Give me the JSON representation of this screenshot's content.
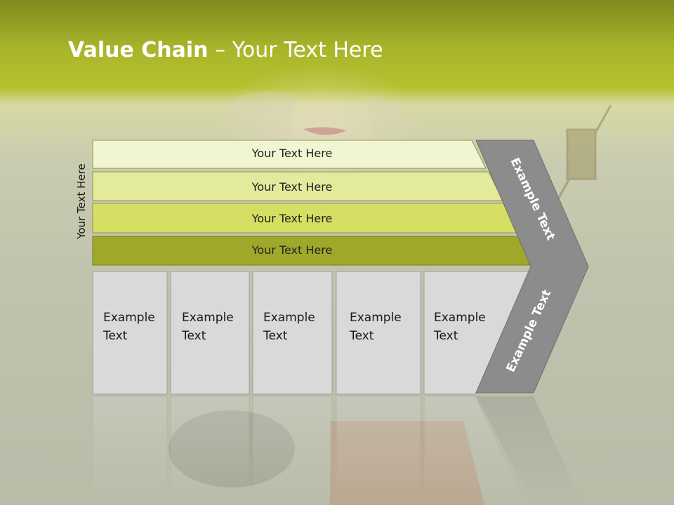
{
  "title": {
    "bold": "Value Chain",
    "rest": " – Your Text Here"
  },
  "side_label": "Your Text Here",
  "bars": [
    {
      "label": "Your Text Here",
      "color": "#f1f5d2"
    },
    {
      "label": "Your Text Here",
      "color": "#e4ea9c"
    },
    {
      "label": "Your Text Here",
      "color": "#d6de63"
    },
    {
      "label": "Your Text Here",
      "color": "#a0a82a"
    }
  ],
  "columns": [
    {
      "line1": "Example",
      "line2": "Text"
    },
    {
      "line1": "Example",
      "line2": "Text"
    },
    {
      "line1": "Example",
      "line2": "Text"
    },
    {
      "line1": "Example",
      "line2": "Text"
    },
    {
      "line1": "Example",
      "line2": "Text"
    }
  ],
  "arrow": {
    "upper_label": "Example Text",
    "lower_label": "Example Text",
    "color": "#8c8c8c"
  },
  "colors": {
    "column_fill": "#d9d9d9",
    "title_band": "#a9b52a"
  }
}
